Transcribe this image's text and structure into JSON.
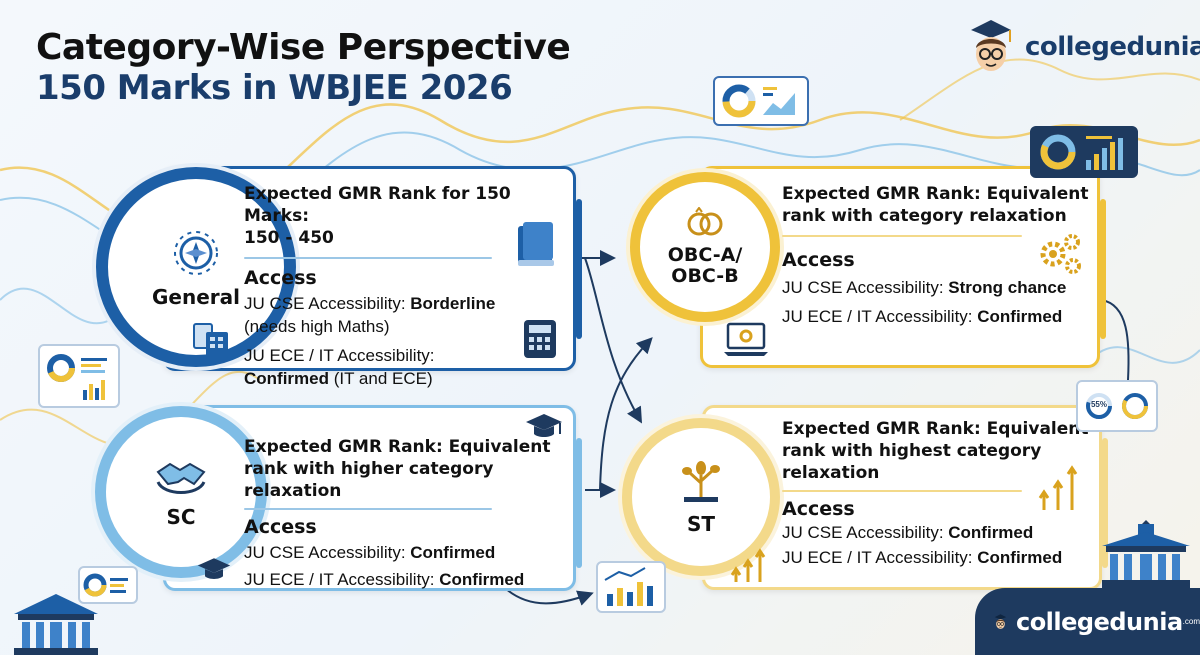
{
  "title": {
    "line1": "Category-Wise Perspective",
    "line2": "150 Marks in WBJEE 2026"
  },
  "brand": {
    "name": "collegedunia",
    "suffix": ".com"
  },
  "colors": {
    "navy": "#1a3d6b",
    "blue": "#1d5fa6",
    "light_blue": "#7fbde6",
    "yellow": "#efc23a",
    "light_yellow": "#f3d98a"
  },
  "categories": [
    {
      "name": "General",
      "icon": "compass-icon",
      "heading_line1": "Expected GMR Rank for 150 Marks:",
      "heading_line2": "150 - 450",
      "access_label": "Access",
      "items": [
        {
          "label": "JU CSE Accessibility: ",
          "value": "Borderline",
          "note": "(needs high Maths)"
        },
        {
          "label": "JU ECE / IT Accessibility:",
          "value": "Confirmed",
          "note": " (IT and ECE)"
        }
      ]
    },
    {
      "name_line1": "OBC-A/",
      "name_line2": "OBC-B",
      "icon": "rings-icon",
      "heading_line1": "Expected GMR Rank: Equivalent",
      "heading_line2": "rank with category relaxation",
      "access_label": "Access",
      "items": [
        {
          "label": "JU CSE Accessibility: ",
          "value": "Strong chance"
        },
        {
          "label": "JU ECE / IT Accessibility: ",
          "value": "Confirmed"
        }
      ]
    },
    {
      "name": "SC",
      "icon": "handshake-icon",
      "heading_line1": "Expected GMR Rank: Equivalent",
      "heading_line2": "rank with higher category relaxation",
      "access_label": "Access",
      "items": [
        {
          "label": "JU CSE Accessibility: ",
          "value": "Confirmed"
        },
        {
          "label": "JU ECE / IT Accessibility: ",
          "value": "Confirmed"
        }
      ]
    },
    {
      "name": "ST",
      "icon": "tree-icon",
      "heading_line1": "Expected GMR Rank: Equivalent",
      "heading_line2": "rank with highest category",
      "heading_line3": "relaxation",
      "access_label": "Access",
      "items": [
        {
          "label": "JU CSE Accessibility: ",
          "value": "Confirmed"
        },
        {
          "label": "JU ECE / IT Accessibility: ",
          "value": "Confirmed"
        }
      ]
    }
  ],
  "widget_percent": "55%"
}
